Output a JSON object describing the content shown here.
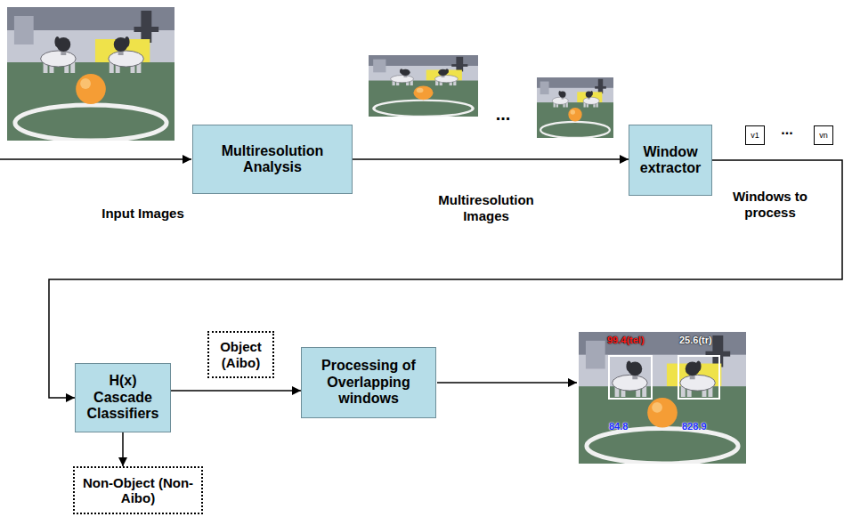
{
  "diagram": {
    "nodes": [
      {
        "text": [
          "Multiresolution Analysis"
        ]
      },
      {
        "text": [
          "Window extractor"
        ]
      },
      {
        "text": [
          "v1"
        ]
      },
      {
        "text": [
          "vn"
        ]
      },
      {
        "text": [
          "H(x) Cascade Classifiers"
        ]
      },
      {
        "text": [
          "Object (Aibo)"
        ]
      },
      {
        "text": [
          "Processing of Overlapping windows"
        ]
      },
      {
        "text": [
          "Non-Object (Non-Aibo)"
        ]
      }
    ],
    "edges": [
      {
        "from": 0,
        "to": 1,
        "arrow": "to"
      },
      {
        "from": 1,
        "to": 4,
        "arrow": "to"
      },
      {
        "from": 4,
        "to": 6,
        "arrow": "to"
      },
      {
        "from": 4,
        "to": 7,
        "arrow": "to"
      }
    ],
    "labels": [
      "...",
      "...",
      "Input Images",
      "Multiresolution Images",
      "Windows to process",
      "99.4(tel)",
      "25.6(tr)",
      "84.8",
      "828.9"
    ]
  }
}
